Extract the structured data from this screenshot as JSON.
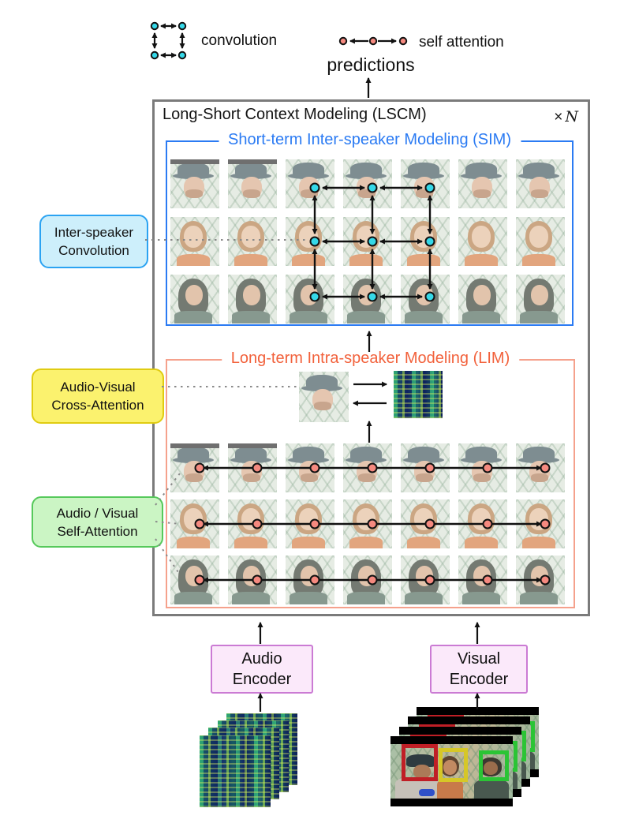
{
  "figure": {
    "kind": "model-architecture-diagram",
    "legend": {
      "convolution_label": "convolution",
      "self_attention_label": "self attention"
    },
    "predictions_label": "predictions",
    "lscm": {
      "title": "Long-Short Context Modeling (LSCM)",
      "times": "×",
      "n": "N"
    },
    "sim": {
      "title": "Short-term Inter-speaker Modeling (SIM)",
      "rows": 3,
      "cols": 7
    },
    "lim": {
      "title": "Long-term Intra-speaker Modeling (LIM)",
      "rows": 3,
      "cols": 7
    },
    "side_labels": {
      "inter_speaker_convolution": "Inter-speaker\nConvolution",
      "audio_visual_cross_attention": "Audio-Visual\nCross-Attention",
      "audio_visual_self_attention": "Audio / Visual\nSelf-Attention"
    },
    "encoders": {
      "audio": "Audio\nEncoder",
      "visual": "Visual\nEncoder"
    },
    "speakers": [
      "man-with-hat",
      "woman",
      "man-long-hair"
    ],
    "inputs": {
      "audio": "spectrogram-stack",
      "visual": "video-frame-stack",
      "stack_depth": 4
    }
  },
  "colors": {
    "blue": "#2B7BF3",
    "orange": "#F2613B",
    "salmon": "#F5A18C",
    "gray": "#7b7b7b",
    "cyan": "#35D8E8",
    "pink": "#F5897F",
    "lblue_bg": "#CDEFFB",
    "lblue_bd": "#2BA3F2",
    "yellow_bg": "#FBF26E",
    "yellow_bd": "#E0CC12",
    "green_bg": "#CBF5C4",
    "green_bd": "#56C95B",
    "enc_bg": "#FBE9FA",
    "enc_bd": "#CB7BD4",
    "box_red": "#C01F26",
    "box_yellow": "#D6C727",
    "box_green": "#2BC435"
  }
}
